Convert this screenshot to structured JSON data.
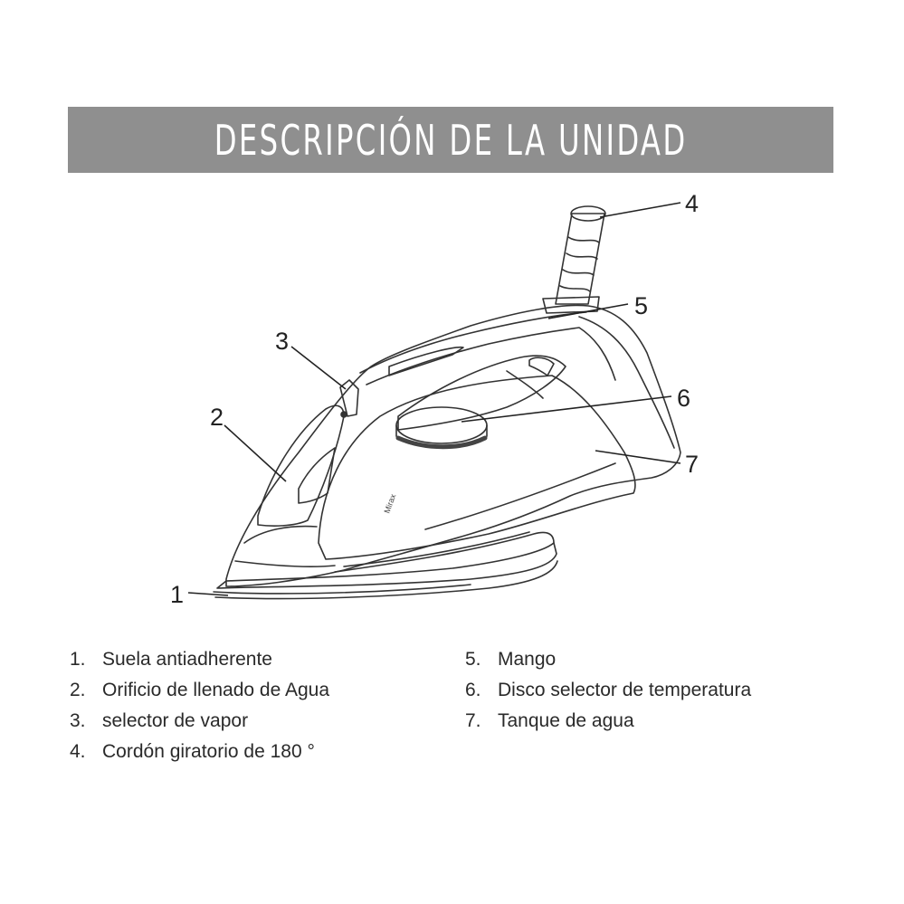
{
  "title": "DESCRIPCIÓN DE LA UNIDAD",
  "callouts": [
    "1",
    "2",
    "3",
    "4",
    "5",
    "6",
    "7"
  ],
  "legend": {
    "left": [
      {
        "num": "1.",
        "label": "Suela antiadherente"
      },
      {
        "num": "2.",
        "label": "Orificio de llenado de Agua"
      },
      {
        "num": "3.",
        "label": "selector de vapor"
      },
      {
        "num": "4.",
        "label": "Cordón giratorio de 180 °"
      }
    ],
    "right": [
      {
        "num": "5.",
        "label": "Mango"
      },
      {
        "num": "6.",
        "label": "Disco selector de temperatura"
      },
      {
        "num": "7.",
        "label": "Tanque de agua"
      }
    ]
  },
  "colors": {
    "title_bar": "#8f8f8f",
    "title_text": "#ffffff",
    "line": "#222222"
  }
}
